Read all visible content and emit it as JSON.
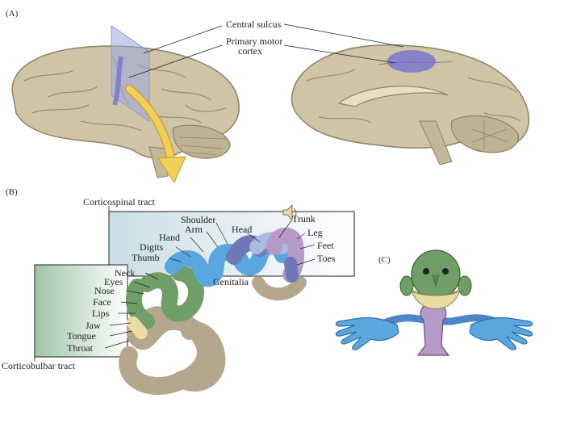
{
  "panels": {
    "a": "(A)",
    "b": "(B)",
    "c": "(C)"
  },
  "panel_a": {
    "central_sulcus": "Central sulcus",
    "primary_motor_line1": "Primary motor",
    "primary_motor_line2": "cortex"
  },
  "panel_b": {
    "corticospinal_tract": "Corticospinal tract",
    "corticobulbar_tract": "Corticobulbar tract",
    "genitalia": "Genitalia",
    "body_parts_upper": [
      "Shoulder",
      "Arm",
      "Hand",
      "Digits",
      "Thumb",
      "Head",
      "Trunk",
      "Leg",
      "Feet",
      "Toes"
    ],
    "body_parts_lower": [
      "Neck",
      "Eyes",
      "Nose",
      "Face",
      "Lips",
      "Jaw",
      "Tongue",
      "Throat"
    ]
  },
  "colors": {
    "brain_fill": "#cfc4a5",
    "brain_dark": "#9c8f70",
    "motor_highlight": "#6f6bd1",
    "plane": "#9aa8e0",
    "arrow": "#f2cf55",
    "panel_b_box": "#cdd9ef",
    "panel_b_box_lower": "#c6dec9",
    "homunculus_skin": "#5aa7df",
    "homunculus_face": "#6f9e66",
    "homunculus_lips": "#e9dca3",
    "homunculus_body": "#b59ac8",
    "cortex_tan": "#b4a78e"
  },
  "icons": [
    "speaker-icon"
  ]
}
